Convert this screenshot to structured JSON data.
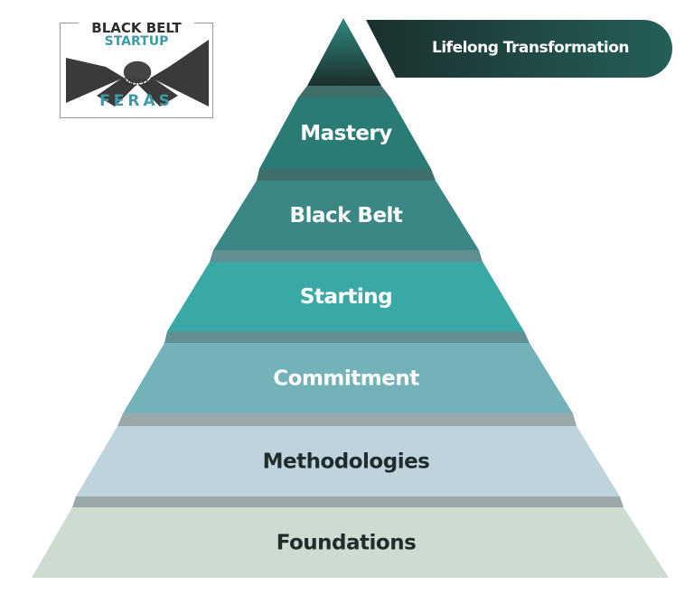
{
  "logo": {
    "line1": "BLACK BELT",
    "line2": "STARTUP",
    "line3": "With",
    "line4": "FERAS"
  },
  "banner": {
    "label": "Lifelong Transformation",
    "color": "#1f4a46"
  },
  "layers": [
    {
      "label": "Mastery",
      "color": "#2a7b74",
      "text_color": "#ffffff"
    },
    {
      "label": "Black Belt",
      "color": "#3a8784",
      "text_color": "#ffffff"
    },
    {
      "label": "Starting",
      "color": "#3aa9a5",
      "text_color": "#ffffff"
    },
    {
      "label": "Commitment",
      "color": "#72b2b8",
      "text_color": "#ffffff"
    },
    {
      "label": "Methodologies",
      "color": "#bfd3dc",
      "text_color": "#1f2d2d"
    },
    {
      "label": "Foundations",
      "color": "#cddcd0",
      "text_color": "#1f2d2d"
    }
  ]
}
